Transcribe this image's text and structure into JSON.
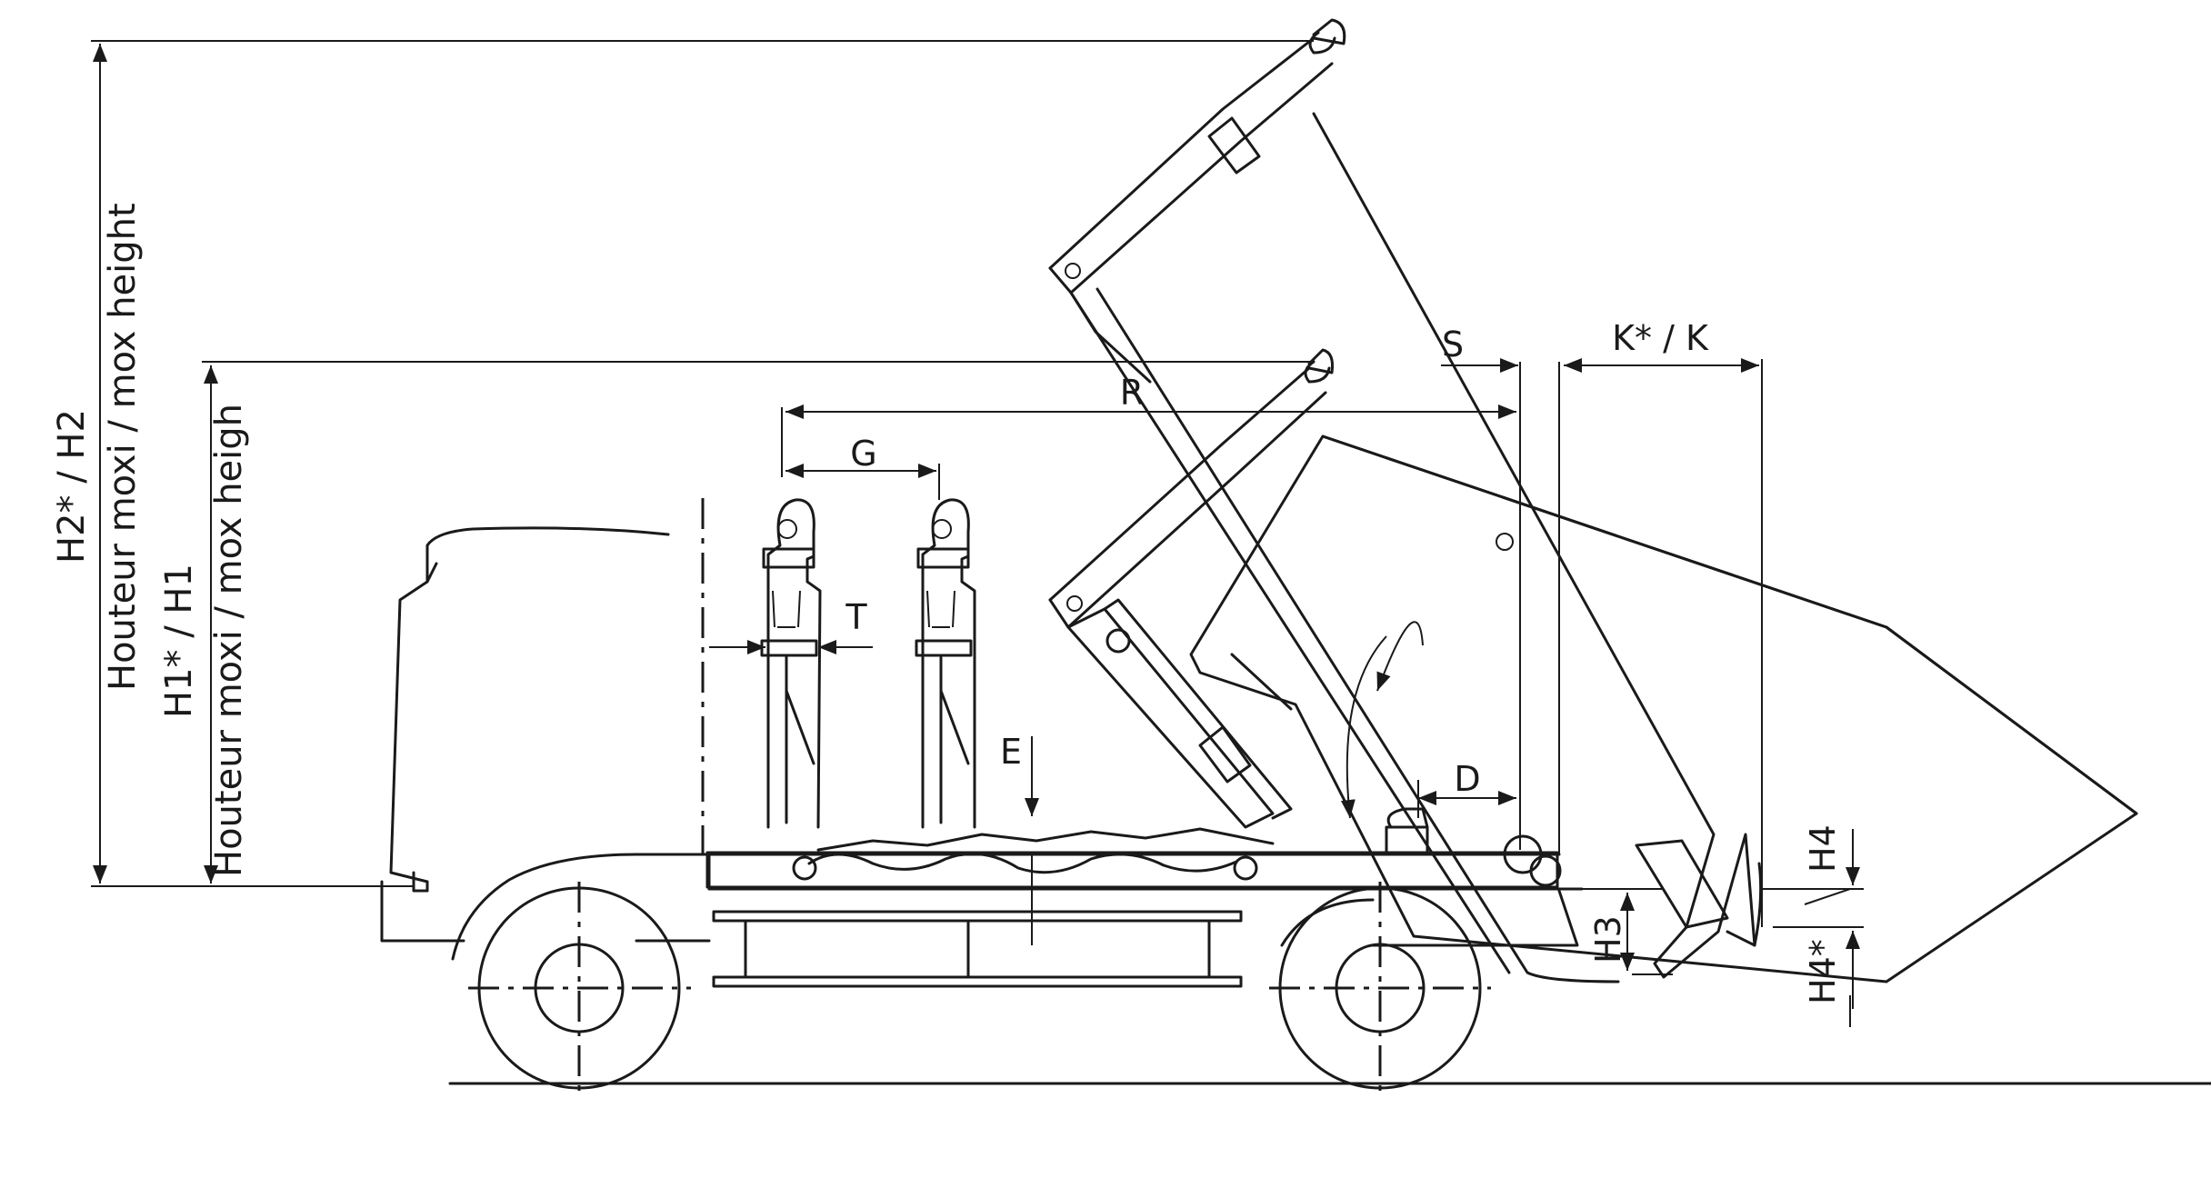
{
  "labels": {
    "h2": "H2* / H2",
    "h2_caption": "Houteur moxi / mox height",
    "h1": "H1* / H1",
    "h1_caption": "Houteur moxi / mox heigh",
    "g": "G",
    "r": "R",
    "s": "S",
    "k": "K* / K",
    "t": "T",
    "e": "E",
    "d": "D",
    "h3": "H3",
    "h4": "H4",
    "h4_star": "H4*"
  },
  "colors": {
    "ink": "#1a1a1a",
    "paper": "#ffffff"
  }
}
